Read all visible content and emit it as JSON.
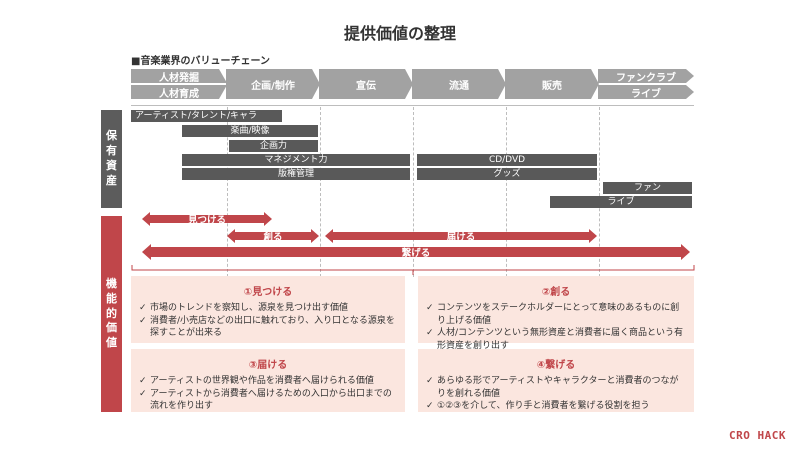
{
  "title": "提供価値の整理",
  "subtitle": "■音楽業界のバリューチェーン",
  "chain": {
    "talent_discovery": "人材発掘",
    "talent_training": "人材育成",
    "planning": "企画/制作",
    "promotion": "宣伝",
    "distribution": "流通",
    "sales": "販売",
    "fanclub": "ファンクラブ",
    "live": "ライブ"
  },
  "side": {
    "assets": [
      "保",
      "有",
      "資",
      "産"
    ],
    "functions": [
      "機",
      "能",
      "的",
      "価",
      "値"
    ]
  },
  "assets": {
    "artist": "アーティスト/タレント/キャラ",
    "music": "楽曲/映像",
    "planning": "企画力",
    "management": "マネジメント力",
    "rights": "版権管理",
    "cddvd": "CD/DVD",
    "goods": "グッズ",
    "fan": "ファン",
    "live": "ライブ"
  },
  "arrows": {
    "find": "見つける",
    "create": "創る",
    "deliver": "届ける",
    "connect": "繋げる"
  },
  "boxes": {
    "b1": {
      "title": "①見つける",
      "items": [
        "市場のトレンドを察知し、源泉を見つけ出す価値",
        "消費者/小売店などの出口に触れており、入り口となる源泉を探すことが出来る"
      ]
    },
    "b2": {
      "title": "②創る",
      "items": [
        "コンテンツをステークホルダーにとって意味のあるものに創り上げる価値",
        "人材/コンテンツという無形資産と消費者に届く商品という有形資産を創り出す"
      ]
    },
    "b3": {
      "title": "③届ける",
      "items": [
        "アーティストの世界観や作品を消費者へ届けられる価値",
        "アーティストから消費者へ届けるための入口から出口までの流れを作り出す"
      ]
    },
    "b4": {
      "title": "④繋げる",
      "items": [
        "あらゆる形でアーティストやキャラクターと消費者のつながりを創れる価値",
        "①②③を介して、作り手と消費者を繋げる役割を担う"
      ]
    }
  },
  "logo": "CRO HACK",
  "colors": {
    "accent": "#c0464a",
    "dark": "#595959",
    "chain": "#a2a2a2",
    "box_bg": "#fbe6df"
  }
}
